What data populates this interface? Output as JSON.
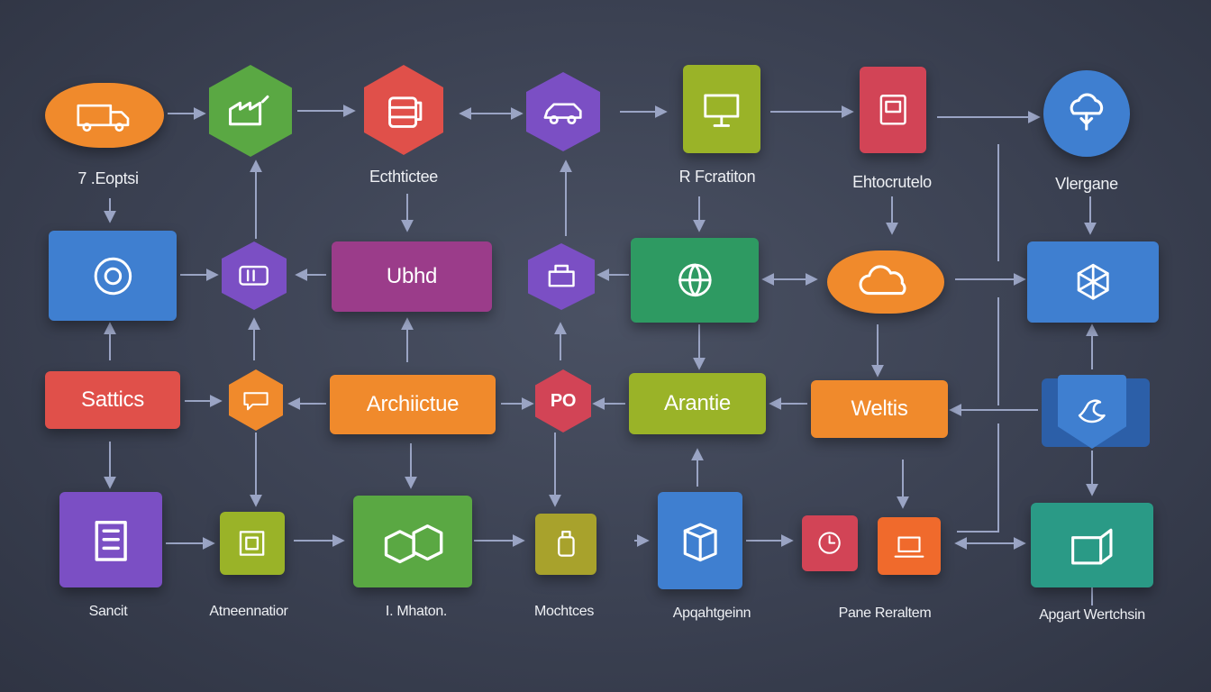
{
  "diagram": {
    "colors": {
      "background": "#3b4152",
      "connector": "#9aa4c4",
      "orange": "#f08a2c",
      "green": "#5aa843",
      "red": "#e0504a",
      "purple": "#7b4fc4",
      "lime": "#9ab328",
      "crimson": "#d24456",
      "blue": "#3f7fd0",
      "magenta": "#9b3c8a",
      "teal": "#2a9a86"
    },
    "captions": {
      "row1_orange_cloud": "7 .Eoptsi",
      "row1_red_hex": "Ecthtictee",
      "row1_lime_square": "R Fcratiton",
      "row1_crimson_square": "Ehtocrutelo",
      "row1_blue_circle": "Vlergane",
      "row4_purple_square": "Sancit",
      "row4_lime_square": "Atneennatior",
      "row4_green_rect": "I. Mhaton.",
      "row4_olive_square": "Mochtces",
      "row4_blue_square": "Apqahtgeinn",
      "row4_crimson_pair": "Pane Reraltem",
      "row4_teal_rect": "Apgart Wertchsin"
    },
    "labels": {
      "magenta_box": "Ubhd",
      "red_box": "Sattics",
      "orange_box": "Archiictue",
      "lime_box": "Arantie",
      "orange_right_box": "Weltis",
      "red_hex_small": "PO"
    },
    "icons": {
      "orange_cloud": "truck-icon",
      "green_hex": "factory-icon",
      "red_hex": "barrel-icon",
      "purple_hex": "car-icon",
      "lime_square": "monitor-icon",
      "crimson_square": "document-icon",
      "blue_circle": "tree-cloud-icon",
      "blue_rect_left": "gear-circle-icon",
      "purple_hex_small": "box-icon",
      "purple_hex_mid": "robot-icon",
      "green_square": "globe-icon",
      "orange_cloud_mid": "cloud-icon",
      "blue_square_right": "network-cube-icon",
      "orange_hex_small": "chat-icon",
      "blue_shield": "bird-icon",
      "purple_square_bottom": "building-icon",
      "lime_square_bottom": "frame-icon",
      "green_rect_bottom": "cubes-icon",
      "olive_square_bottom": "bottle-icon",
      "blue_square_bottom": "server-icon",
      "crimson_square_bottom": "clock-icon",
      "orange_square_bottom": "laptop-icon",
      "teal_rect_bottom": "storage-icon"
    }
  }
}
